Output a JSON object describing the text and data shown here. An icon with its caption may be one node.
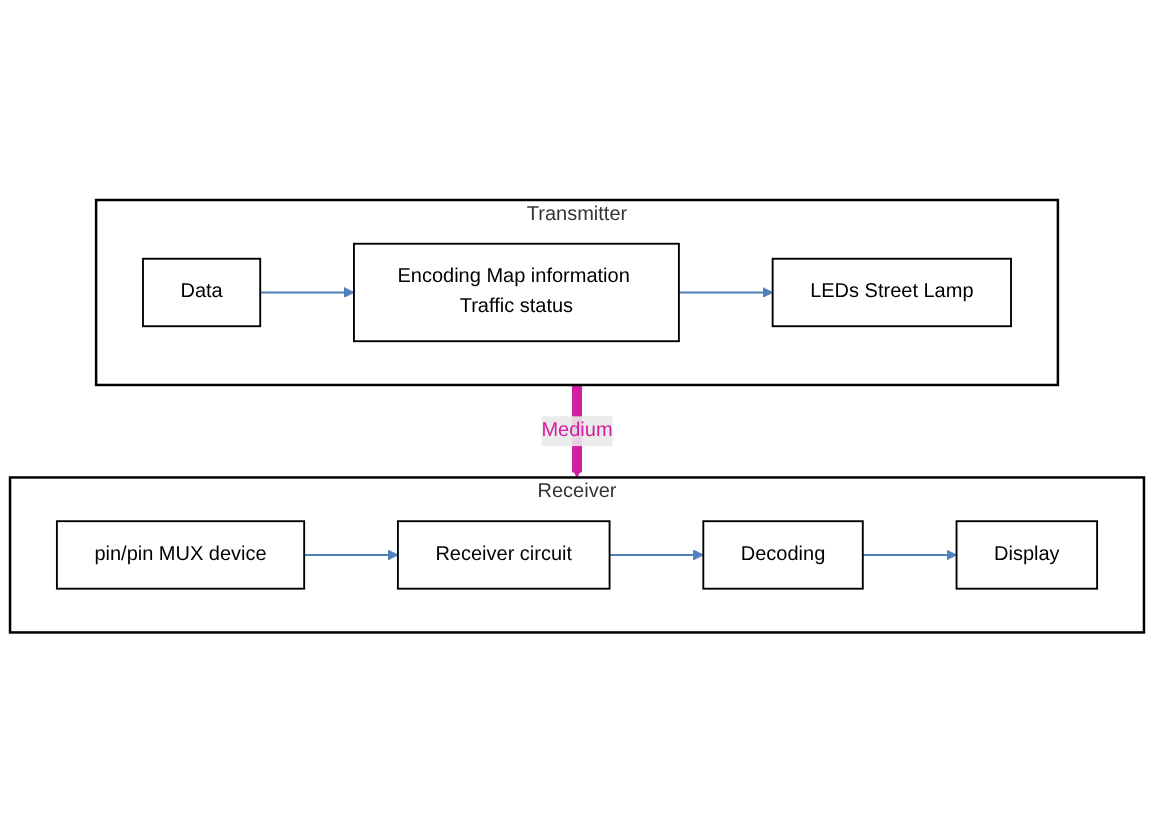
{
  "diagram": {
    "nodes": [
      {
        "text": [
          "Transmitter"
        ]
      },
      {
        "text": [
          "Data"
        ],
        "in": 0
      },
      {
        "text": [
          "Encoding Map information Traffic status"
        ],
        "in": 0
      },
      {
        "text": [
          "LEDs Street Lamp"
        ],
        "in": 0
      },
      {
        "text": [
          "Receiver"
        ]
      },
      {
        "text": [
          "pin/pin MUX device"
        ],
        "in": 4
      },
      {
        "text": [
          "Receiver circuit"
        ],
        "in": 4
      },
      {
        "text": [
          "Decoding"
        ],
        "in": 4
      },
      {
        "text": [
          "Display"
        ],
        "in": 4
      }
    ],
    "edges": [
      {
        "from": 1,
        "to": 2,
        "arrow": "to"
      },
      {
        "from": 2,
        "to": 3,
        "arrow": "to"
      },
      {
        "from": 0,
        "to": 4,
        "arrow": "to",
        "label": "Medium",
        "style": "thick",
        "color": "#d020a0"
      },
      {
        "from": 5,
        "to": 6,
        "arrow": "to"
      },
      {
        "from": 6,
        "to": 7,
        "arrow": "to"
      },
      {
        "from": 7,
        "to": 8,
        "arrow": "to"
      }
    ]
  }
}
